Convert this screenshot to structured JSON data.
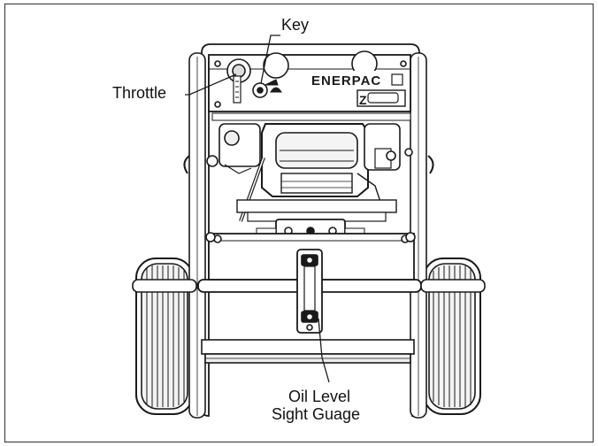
{
  "figure": {
    "brand_badge": "ENERPAC",
    "model_badge": "Z"
  },
  "callouts": {
    "key": "Key",
    "throttle": "Throttle",
    "oil_level_line1": "Oil Level",
    "oil_level_line2": "Sight Guage"
  },
  "colors": {
    "line": "#1a1a1a",
    "frame_border": "#444444",
    "background": "#ffffff",
    "shadow": "#9a9a9a"
  }
}
